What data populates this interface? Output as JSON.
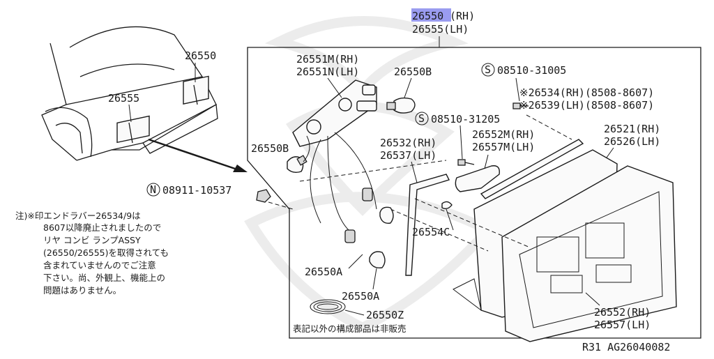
{
  "highlight_color": "#9a9cf0",
  "main_part": {
    "hl": "26550",
    "rh_suffix": "(RH)",
    "lh": "26555(LH)"
  },
  "car": {
    "label_right": "26550",
    "label_left": "26555"
  },
  "labels": {
    "p26551": [
      "26551M(RH)",
      "26551N(LH)"
    ],
    "p26550B_top": "26550B",
    "p26550B_left": "26550B",
    "screw1": "08510-31005",
    "p26534": [
      "※26534(RH)(8508-8607)",
      "※26539(LH)(8508-8607)"
    ],
    "screw2": "08510-31205",
    "p26552M": [
      "26552M(RH)",
      "26557M(LH)"
    ],
    "p26521": [
      "26521(RH)",
      "26526(LH)"
    ],
    "p26532": [
      "26532(RH)",
      "26537(LH)"
    ],
    "nut": "08911-10537",
    "p26554C": "26554C",
    "p26550A_1": "26550A",
    "p26550A_2": "26550A",
    "p26550Z": "26550Z",
    "p26552": [
      "26552(RH)",
      "26557(LH)"
    ],
    "not_sold": "表記以外の構成部品は非販売"
  },
  "circle_marks": {
    "s": "S",
    "n": "N"
  },
  "note": [
    "注)※印エンドラバー26534/9は",
    "8607以降廃止されましたので",
    "リヤ コンビ ランプASSY",
    "(26550/26555)を取得されても",
    "含まれていませんのでご注意",
    "下さい。尚、外観上、機能上の",
    "問題はありません。"
  ],
  "footer": "R31  AG26040082"
}
